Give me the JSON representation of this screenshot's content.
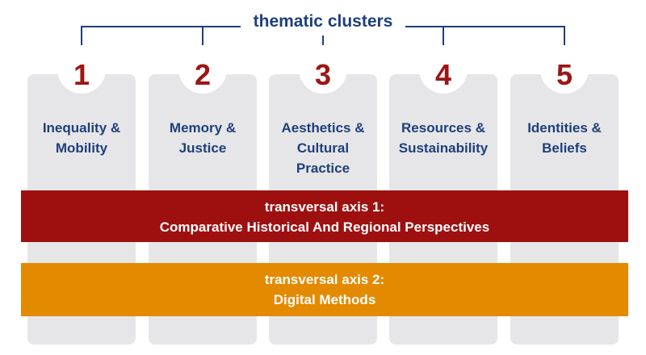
{
  "header": {
    "title": "thematic clusters"
  },
  "colors": {
    "navy": "#1f3f7a",
    "red": "#9e1010",
    "number_red": "#9c1616",
    "orange": "#e48a00",
    "column_grey": "#e6e6e8"
  },
  "clusters": [
    {
      "number": "1",
      "lines": [
        "Inequality &",
        "Mobility"
      ]
    },
    {
      "number": "2",
      "lines": [
        "Memory &",
        "Justice"
      ]
    },
    {
      "number": "3",
      "lines": [
        "Aesthetics &",
        "Cultural",
        "Practice"
      ]
    },
    {
      "number": "4",
      "lines": [
        "Resources &",
        "Sustainability"
      ]
    },
    {
      "number": "5",
      "lines": [
        "Identities &",
        "Beliefs"
      ]
    }
  ],
  "axes": [
    {
      "line1": "transversal axis 1:",
      "line2": "Comparative Historical And Regional Perspectives"
    },
    {
      "line1": "transversal axis 2:",
      "line2": "Digital Methods"
    }
  ]
}
